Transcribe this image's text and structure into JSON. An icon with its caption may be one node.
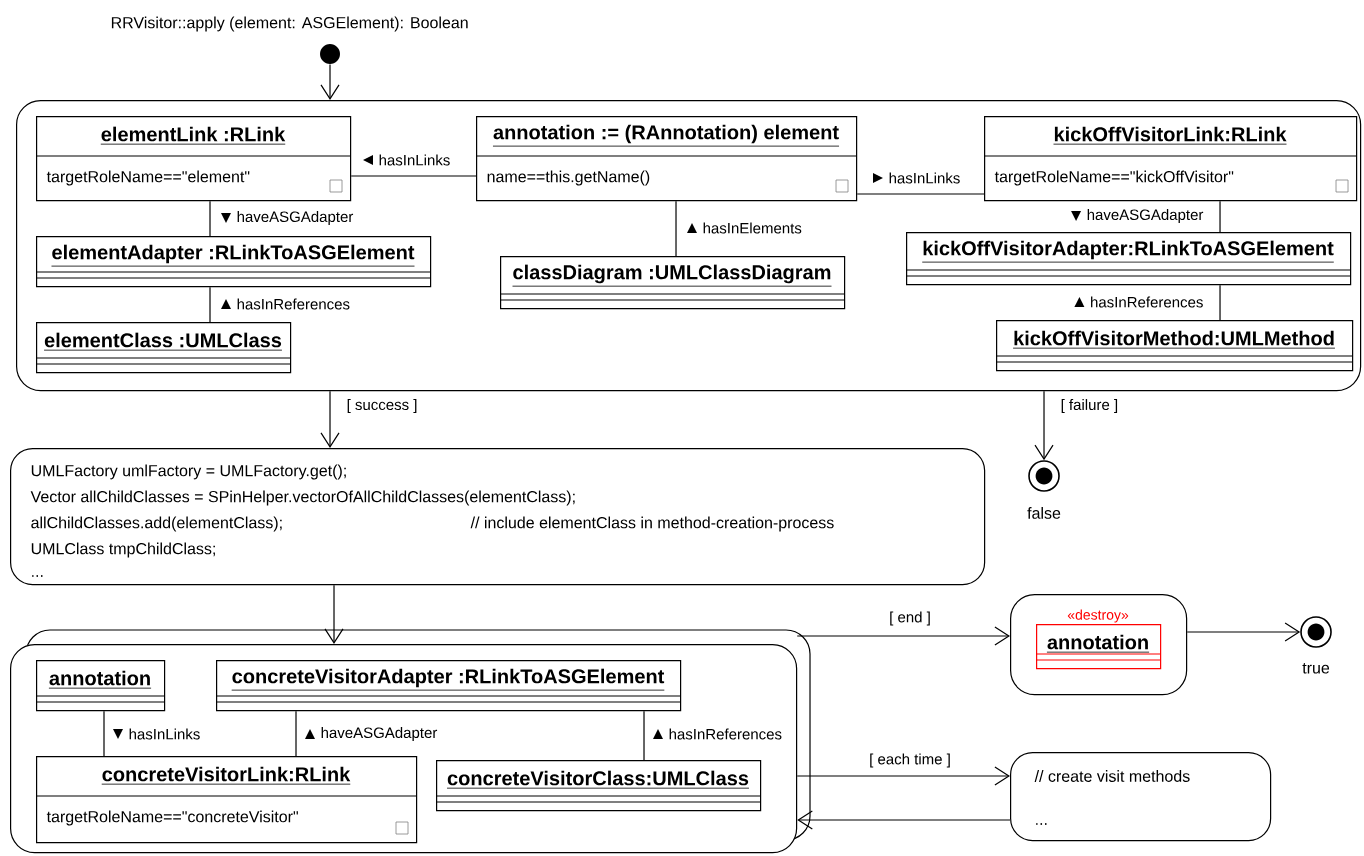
{
  "diagram": {
    "title": "RRVisitor::apply (element: ASGElement): Boolean",
    "nodes": [
      {
        "text": [],
        "shape": "circle"
      },
      {
        "text": [],
        "shape": "box"
      },
      {
        "text": [
          "elementLink :RLink",
          "targetRoleName==\"element\""
        ],
        "in": 1
      },
      {
        "text": [
          "annotation := (RAnnotation) element",
          "name==this.getName()"
        ],
        "in": 1
      },
      {
        "text": [
          "kickOffVisitorLink:RLink",
          "targetRoleName==\"kickOffVisitor\""
        ],
        "in": 1
      },
      {
        "text": [
          "elementAdapter :RLinkToASGElement"
        ],
        "in": 1
      },
      {
        "text": [
          "classDiagram :UMLClassDiagram"
        ],
        "in": 1
      },
      {
        "text": [
          "kickOffVisitorAdapter:RLinkToASGElement"
        ],
        "in": 1
      },
      {
        "text": [
          "elementClass :UMLClass"
        ],
        "in": 1
      },
      {
        "text": [
          "kickOffVisitorMethod:UMLMethod"
        ],
        "in": 1
      },
      {
        "text": [],
        "shape": "circle",
        "beside": [
          "false"
        ]
      },
      {
        "text": [
          "UMLFactory umlFactory = UMLFactory.get();",
          "Vector allChildClasses = SPinHelper.vectorOfAllChildClasses(elementClass);",
          "allChildClasses.add(elementClass);",
          "// include elementClass in method-creation-process",
          "UMLClass tmpChildClass;",
          "..."
        ]
      },
      {
        "text": [],
        "shape": "box"
      },
      {
        "text": [
          "annotation"
        ],
        "in": 12
      },
      {
        "text": [
          "concreteVisitorAdapter :RLinkToASGElement"
        ],
        "in": 12
      },
      {
        "text": [
          "concreteVisitorLink:RLink",
          "targetRoleName==\"concreteVisitor\""
        ],
        "in": 12
      },
      {
        "text": [
          "concreteVisitorClass:UMLClass"
        ],
        "in": 12
      },
      {
        "text": [],
        "shape": "box"
      },
      {
        "text": [
          "«destroy»",
          "annotation"
        ],
        "in": 17
      },
      {
        "text": [],
        "shape": "circle",
        "beside": [
          "true"
        ]
      },
      {
        "text": [
          "// create visit methods",
          "..."
        ]
      }
    ],
    "edges": [
      {
        "from": 0,
        "to": 1,
        "arrow": "to"
      },
      {
        "from": 2,
        "to": 3,
        "arrow": "none",
        "label": "hasInLinks"
      },
      {
        "from": 3,
        "to": 4,
        "arrow": "none",
        "label": "hasInLinks"
      },
      {
        "from": 2,
        "to": 5,
        "arrow": "none",
        "label": "haveASGAdapter"
      },
      {
        "from": 5,
        "to": 8,
        "arrow": "none",
        "label": "hasInReferences"
      },
      {
        "from": 3,
        "to": 6,
        "arrow": "none",
        "label": "hasInElements"
      },
      {
        "from": 4,
        "to": 7,
        "arrow": "none",
        "label": "haveASGAdapter"
      },
      {
        "from": 7,
        "to": 9,
        "arrow": "none",
        "label": "hasInReferences"
      },
      {
        "from": 1,
        "to": 11,
        "arrow": "to",
        "label": "[ success ]"
      },
      {
        "from": 1,
        "to": 10,
        "arrow": "to",
        "label": "[ failure ]"
      },
      {
        "from": 11,
        "to": 12,
        "arrow": "to"
      },
      {
        "from": 13,
        "to": 15,
        "arrow": "none",
        "label": "hasInLinks"
      },
      {
        "from": 14,
        "to": 15,
        "arrow": "none",
        "label": "haveASGAdapter"
      },
      {
        "from": 14,
        "to": 16,
        "arrow": "none",
        "label": "hasInReferences"
      },
      {
        "from": 12,
        "to": 17,
        "arrow": "to",
        "label": "[ end ]"
      },
      {
        "from": 17,
        "to": 19,
        "arrow": "to"
      },
      {
        "from": 12,
        "to": 20,
        "arrow": "to",
        "label": "[ each time ]"
      },
      {
        "from": 20,
        "to": 12,
        "arrow": "to"
      }
    ]
  }
}
